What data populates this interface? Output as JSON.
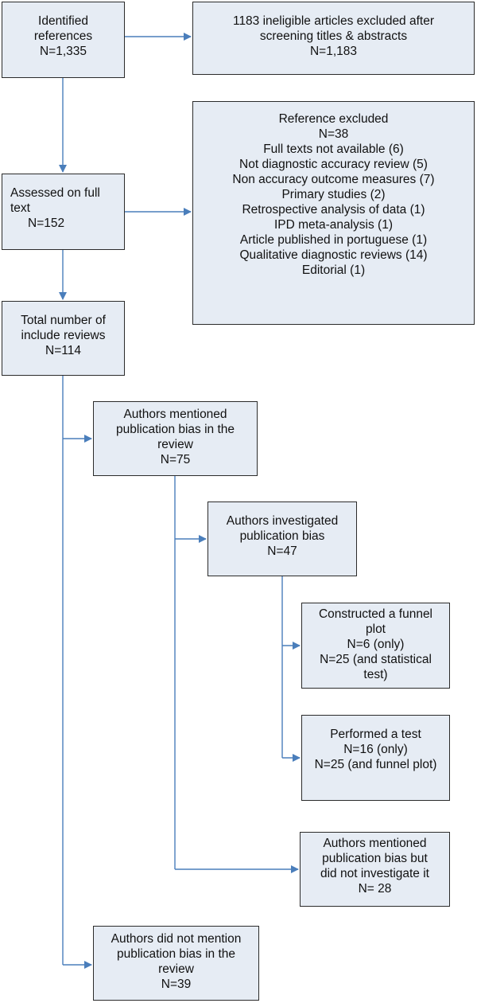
{
  "colors": {
    "box_fill": "#e6ecf4",
    "box_border": "#2b2b2b",
    "connector": "#4a7ebb"
  },
  "boxes": {
    "identified": {
      "lines": [
        "Identified",
        "references",
        "N=1,335"
      ]
    },
    "ineligible": {
      "lines": [
        "1183 ineligible articles excluded after",
        "screening titles & abstracts",
        "N=1,183"
      ]
    },
    "excluded": {
      "lines": [
        "Reference excluded",
        "N=38",
        "Full texts not available (6)",
        "Not diagnostic accuracy review (5)",
        "Non accuracy outcome measures (7)",
        "Primary studies (2)",
        "Retrospective analysis of data (1)",
        "IPD meta-analysis (1)",
        "Article published in portuguese (1)",
        "Qualitative diagnostic reviews (14)",
        "Editorial (1)"
      ]
    },
    "full_text": {
      "lines": [
        "Assessed on full",
        "text",
        "N=152"
      ]
    },
    "total": {
      "lines": [
        "Total number of",
        "include reviews",
        "N=114"
      ]
    },
    "mentioned": {
      "lines": [
        "Authors mentioned",
        "publication bias in the",
        "review",
        "N=75"
      ]
    },
    "investigated": {
      "lines": [
        "Authors investigated",
        "publication bias",
        "N=47"
      ]
    },
    "funnel": {
      "lines": [
        "Constructed a funnel",
        "plot",
        "N=6 (only)",
        "N=25 (and statistical",
        "test)"
      ]
    },
    "test": {
      "lines": [
        "Performed a test",
        "N=16 (only)",
        "N=25 (and funnel plot)"
      ]
    },
    "not_investigated": {
      "lines": [
        "Authors mentioned",
        "publication bias but",
        "did not investigate it",
        "N= 28"
      ]
    },
    "not_mentioned": {
      "lines": [
        "Authors did not mention",
        "publication bias in the",
        "review",
        "N=39"
      ]
    }
  }
}
